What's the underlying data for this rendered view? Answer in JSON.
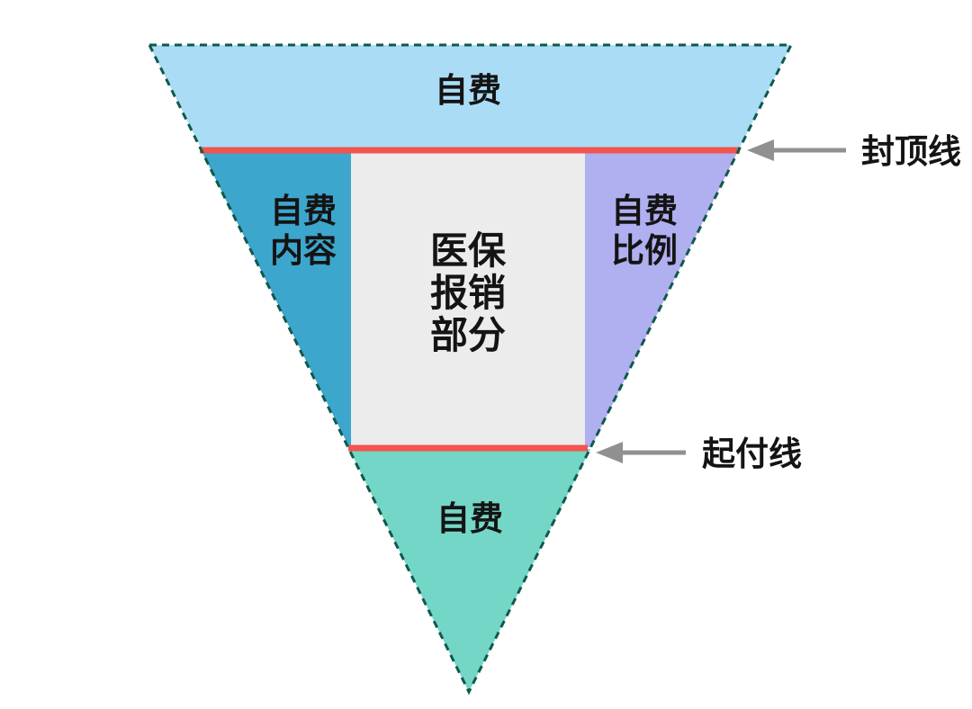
{
  "diagram": {
    "top_region": {
      "label": "自费"
    },
    "left_region": {
      "line1": "自费",
      "line2": "内容"
    },
    "center_region": {
      "line1": "医保",
      "line2": "报销",
      "line3": "部分"
    },
    "right_region": {
      "line1": "自费",
      "line2": "比例"
    },
    "bottom_region": {
      "label": "自费"
    },
    "cap_line": {
      "label": "封顶线"
    },
    "deductible_line": {
      "label": "起付线"
    }
  },
  "colors": {
    "background": "#ffffff",
    "top_region": "#abdcf6",
    "left_region": "#3da6cd",
    "center_region": "#ececec",
    "right_region": "#b0aff0",
    "bottom_region": "#74d6c6",
    "boundary_line": "#f2544e",
    "dashed_border": "#0e5a4b",
    "arrow": "#909090",
    "text": "#141414"
  }
}
